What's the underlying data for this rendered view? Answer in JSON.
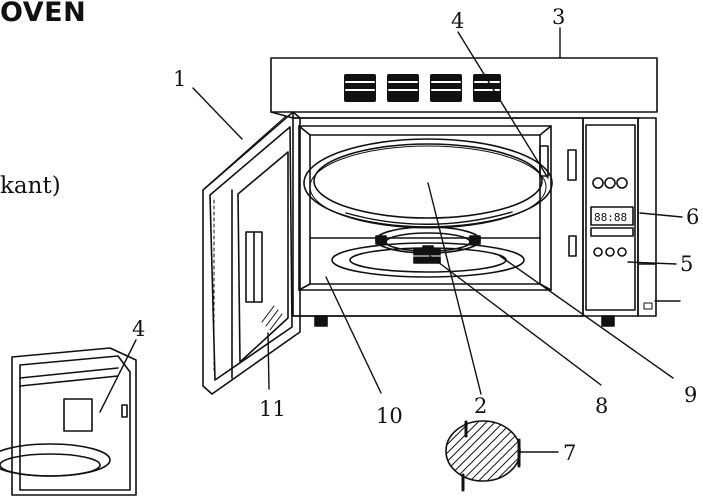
{
  "header": {
    "title": "OVEN"
  },
  "side_text": "kant)",
  "callouts": {
    "door": "1",
    "turntable": "2",
    "cabinet": "3",
    "waveguide_cover": "4",
    "inset_waveguide_cover": "4",
    "door_release": "5",
    "control_panel": "6",
    "turntable_support": "7",
    "roller_ring": "8",
    "shaft": "9",
    "cavity": "10",
    "door_hinge": "11"
  },
  "colors": {
    "ink": "#111111",
    "paper": "#ffffff"
  }
}
